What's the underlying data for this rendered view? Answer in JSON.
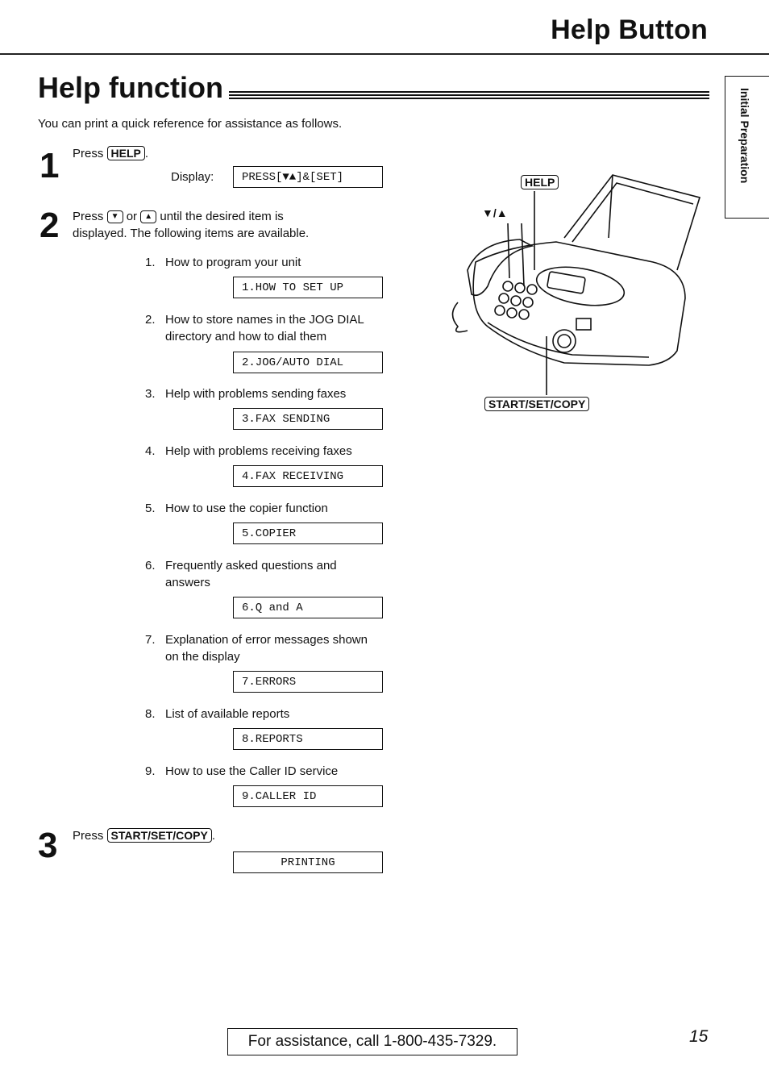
{
  "header": {
    "title": "Help Button"
  },
  "section": {
    "title": "Help function",
    "intro": "You can print a quick reference for assistance as follows."
  },
  "sidebar": {
    "label": "Initial Preparation"
  },
  "step1": {
    "num": "1",
    "press": "Press",
    "key": "HELP",
    "period": ".",
    "display_label": "Display:",
    "display_value": "PRESS[▼▲]&[SET]"
  },
  "step2": {
    "num": "2",
    "press": "Press",
    "or": "or",
    "text_a": "until the desired item is",
    "text_b": "displayed. The following items are available."
  },
  "items": [
    {
      "num": "1.",
      "text": "How to program your unit",
      "lcd": "1.HOW TO SET UP"
    },
    {
      "num": "2.",
      "text": "How to store names in the JOG DIAL directory and how to dial them",
      "lcd": "2.JOG/AUTO DIAL"
    },
    {
      "num": "3.",
      "text": "Help with problems sending faxes",
      "lcd": "3.FAX SENDING"
    },
    {
      "num": "4.",
      "text": "Help with problems receiving faxes",
      "lcd": "4.FAX RECEIVING"
    },
    {
      "num": "5.",
      "text": "How to use the copier function",
      "lcd": "5.COPIER"
    },
    {
      "num": "6.",
      "text": "Frequently asked questions and answers",
      "lcd": "6.Q and A"
    },
    {
      "num": "7.",
      "text": "Explanation of error messages shown on the display",
      "lcd": "7.ERRORS"
    },
    {
      "num": "8.",
      "text": "List of available reports",
      "lcd": "8.REPORTS"
    },
    {
      "num": "9.",
      "text": "How to use the Caller ID service",
      "lcd": "9.CALLER ID"
    }
  ],
  "step3": {
    "num": "3",
    "press": "Press",
    "key": "START/SET/COPY",
    "period": ".",
    "lcd": "PRINTING"
  },
  "illustration": {
    "help_label": "HELP",
    "start_label": "START/SET/COPY",
    "arrows_label": "▼/▲"
  },
  "footer": {
    "assist": "For assistance, call 1-800-435-7329.",
    "page": "15"
  }
}
